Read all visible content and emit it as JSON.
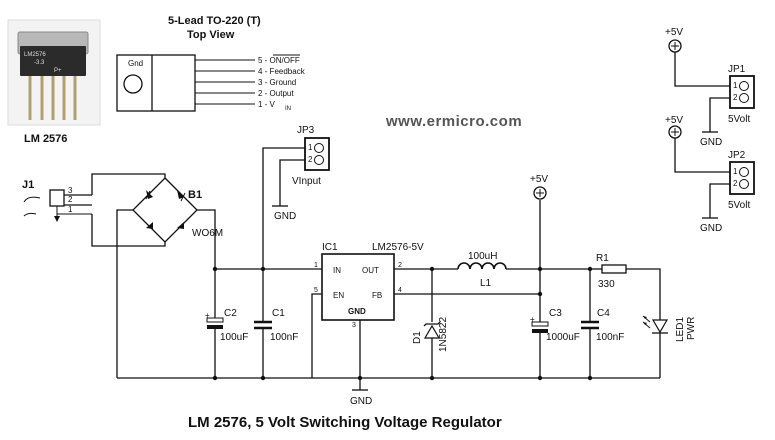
{
  "title": "LM 2576, 5 Volt Switching Voltage Regulator",
  "website": "www.ermicro.com",
  "package": {
    "title": "5-Lead TO-220 (T)",
    "subtitle": "Top View",
    "tab": "Gnd",
    "pins": [
      "5 - ON/OFF",
      "4 - Feedback",
      "3 - Ground",
      "2 - Output",
      "1 - V"
    ],
    "vin_sub": "IN"
  },
  "photo": {
    "label": "LM 2576",
    "marking": [
      "LM2576",
      "-3.3",
      "P+"
    ]
  },
  "j1": {
    "name": "J1",
    "pins": [
      "3",
      "2",
      "1"
    ]
  },
  "b1": {
    "name": "B1",
    "part": "WO6M"
  },
  "c2": {
    "name": "C2",
    "value": "100uF"
  },
  "c1": {
    "name": "C1",
    "value": "100nF"
  },
  "jp3": {
    "name": "JP3",
    "pins": [
      "1",
      "2"
    ],
    "label": "VInput",
    "gnd": "GND"
  },
  "ic1": {
    "name": "IC1",
    "part": "LM2576-5V",
    "pin_in": "IN",
    "pin_out": "OUT",
    "pin_en": "EN",
    "pin_fb": "FB",
    "pin_gnd": "GND",
    "pins": [
      "1",
      "2",
      "5",
      "4",
      "3"
    ]
  },
  "d1": {
    "name": "D1",
    "part": "1N5822"
  },
  "l1": {
    "name": "L1",
    "value": "100uH"
  },
  "c3": {
    "name": "C3",
    "value": "1000uF"
  },
  "c4": {
    "name": "C4",
    "value": "100nF"
  },
  "r1": {
    "name": "R1",
    "value": "330"
  },
  "led1": {
    "name": "LED1",
    "label": "PWR"
  },
  "vplus": "+5V",
  "gnd": "GND",
  "jp1": {
    "name": "JP1",
    "pins": [
      "1",
      "2"
    ],
    "label": "5Volt"
  },
  "jp2": {
    "name": "JP2",
    "pins": [
      "1",
      "2"
    ],
    "label": "5Volt"
  }
}
